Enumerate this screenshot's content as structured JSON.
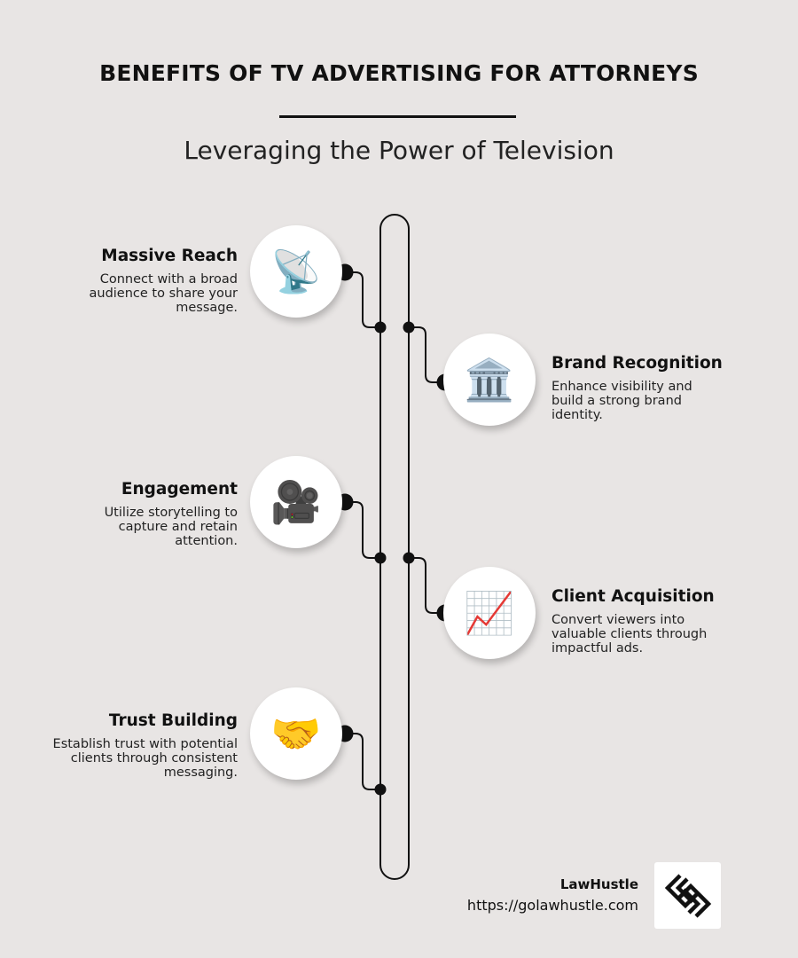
{
  "header": {
    "title": "BENEFITS OF TV ADVERTISING FOR ATTORNEYS",
    "subtitle": "Leveraging the Power of Television"
  },
  "items": [
    {
      "title": "Massive Reach",
      "text": "Connect with a broad audience to share your message.",
      "icon": "satellite-dish-icon",
      "glyph": "📡",
      "side": "left"
    },
    {
      "title": "Brand Recognition",
      "text": "Enhance visibility and build a strong brand identity.",
      "icon": "classical-building-icon",
      "glyph": "🏛️",
      "side": "right"
    },
    {
      "title": "Engagement",
      "text": "Utilize storytelling to capture and retain attention.",
      "icon": "movie-camera-icon",
      "glyph": "🎥",
      "side": "left"
    },
    {
      "title": "Client Acquisition",
      "text": "Convert viewers into valuable clients through impactful ads.",
      "icon": "chart-increasing-icon",
      "glyph": "📈",
      "side": "right"
    },
    {
      "title": "Trust Building",
      "text": "Establish trust with potential clients through consistent messaging.",
      "icon": "handshake-icon",
      "glyph": "🤝",
      "side": "left"
    }
  ],
  "footer": {
    "brand_name": "LawHustle",
    "url": "https://golawhustle.com",
    "logo_icon": "lawhustle-logo-icon"
  },
  "colors": {
    "background": "#e8e5e4",
    "line": "#111111",
    "circle": "#ffffff"
  }
}
